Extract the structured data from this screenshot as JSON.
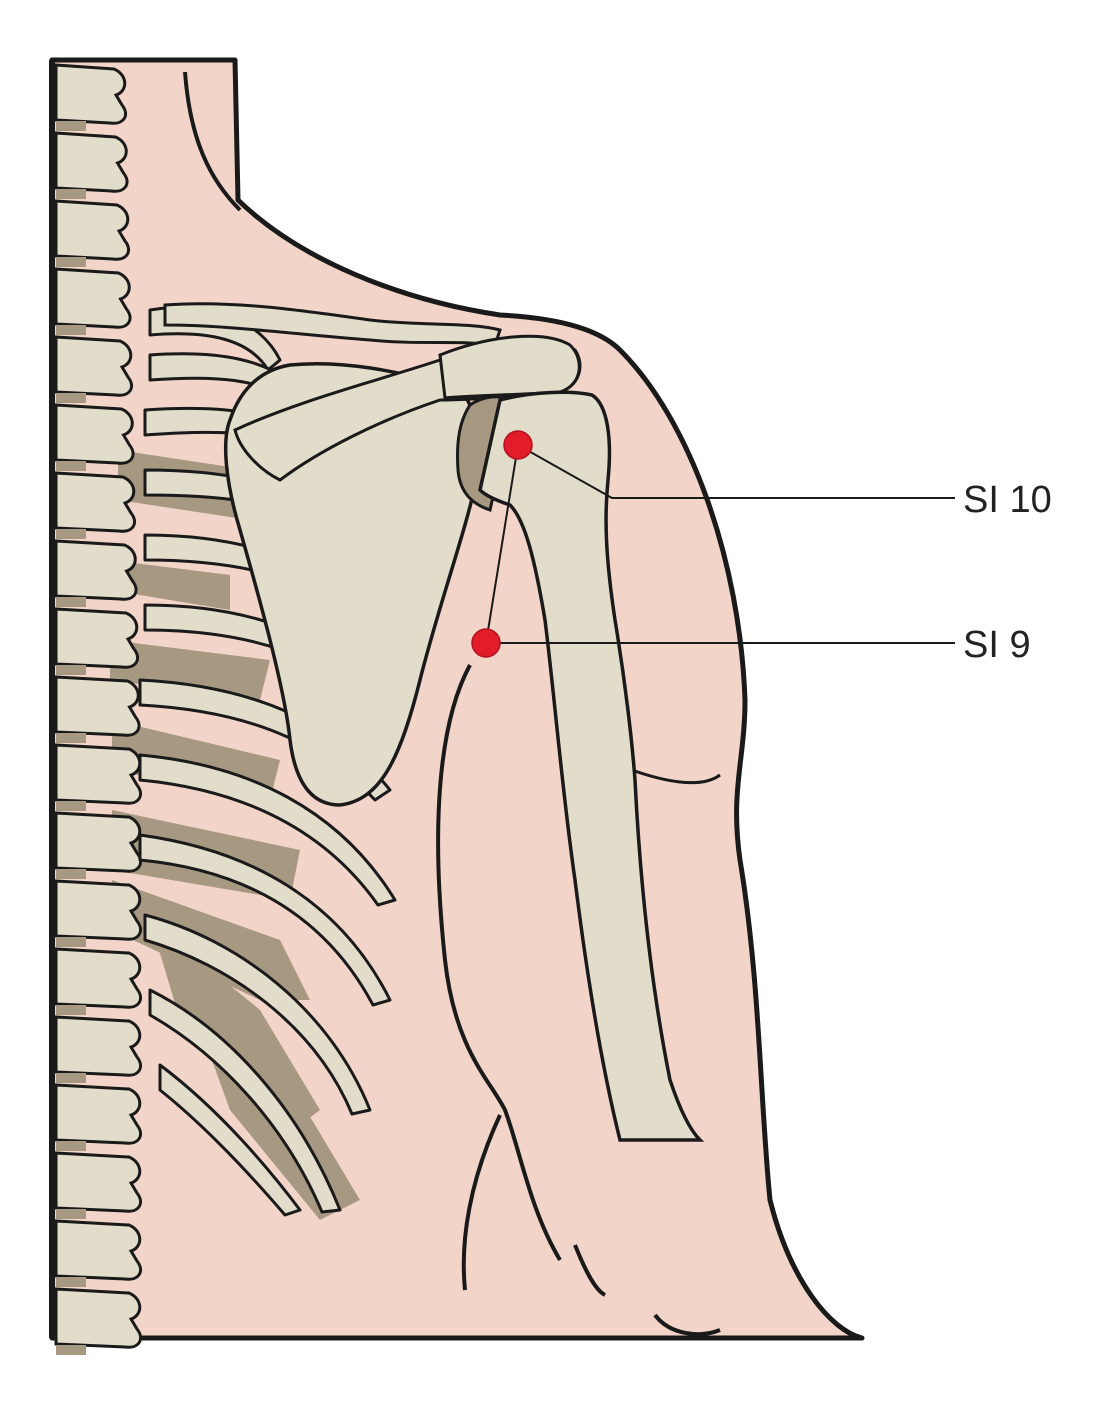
{
  "colors": {
    "skin": "#f2d5c8",
    "bone": "#e2ddcb",
    "bone_shadow": "#a79882",
    "outline": "#1a1a1a",
    "point": "#e21c2b",
    "background": "#ffffff"
  },
  "points": [
    {
      "id": "si10",
      "label": "SI 10"
    },
    {
      "id": "si9",
      "label": "SI 9"
    }
  ]
}
